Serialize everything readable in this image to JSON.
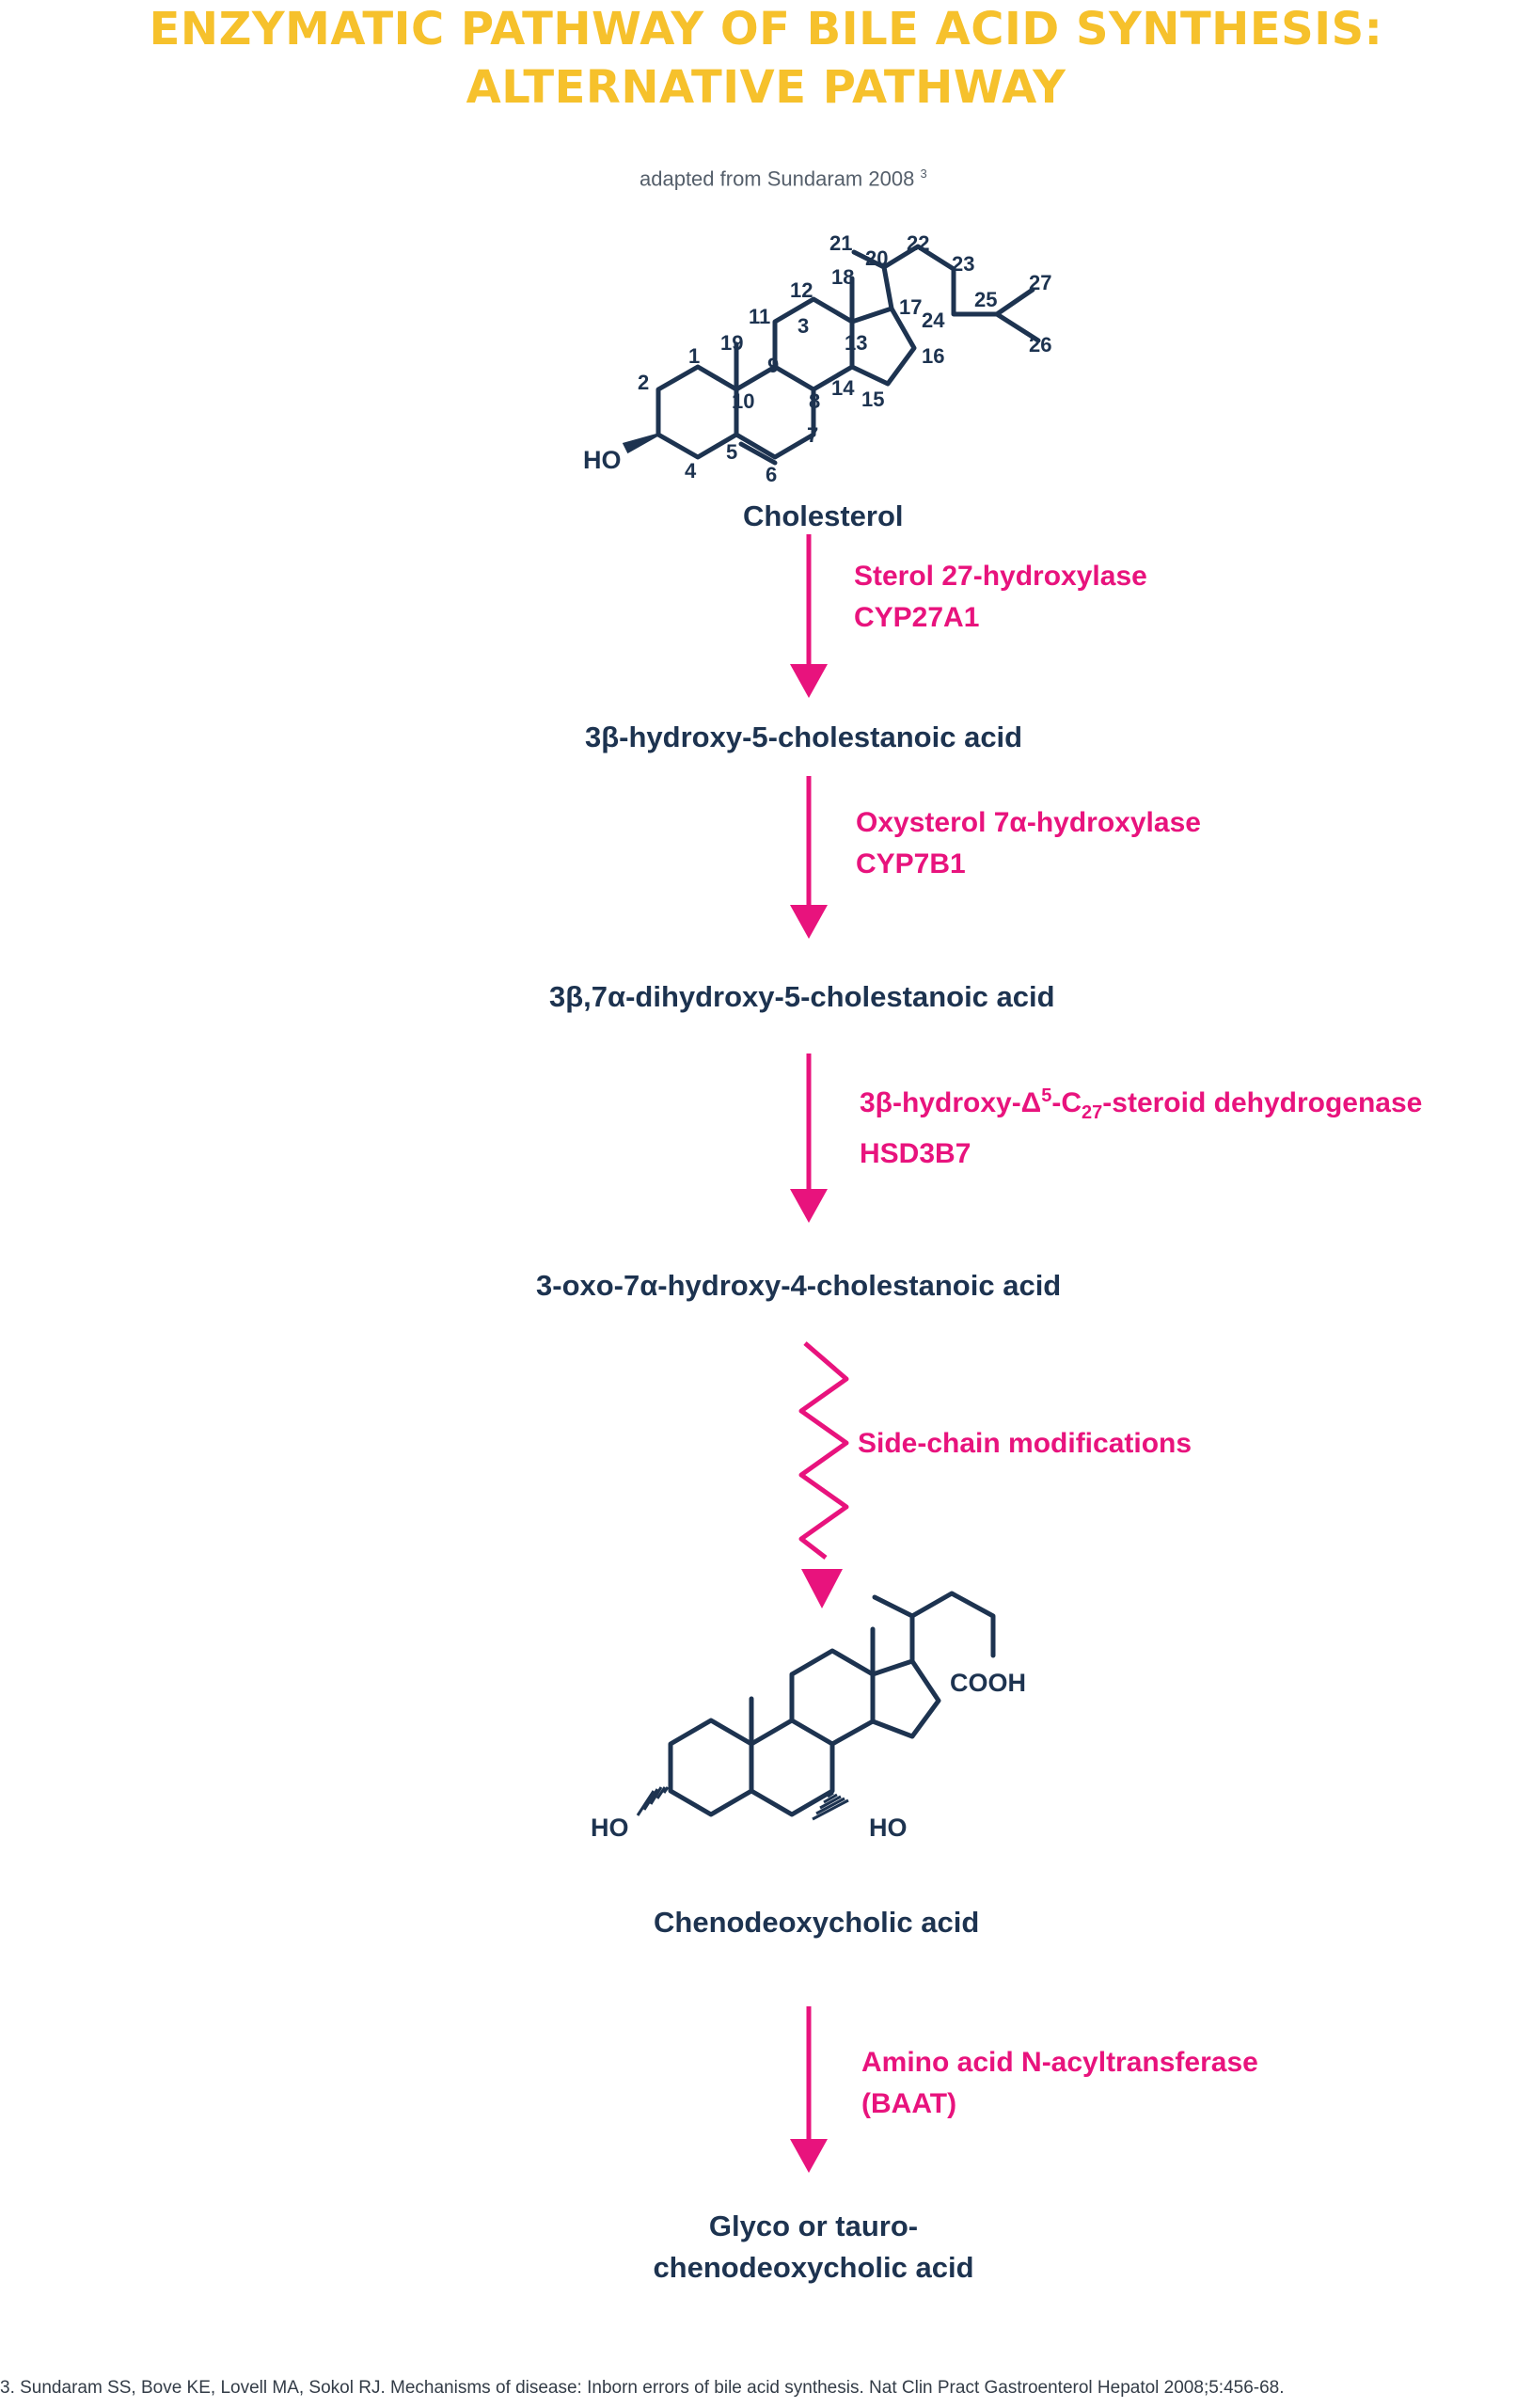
{
  "title_line1": "ENZYMATIC PATHWAY OF BILE ACID SYNTHESIS:",
  "title_line2": "ALTERNATIVE PATHWAY",
  "subtitle": "adapted from Sundaram 2008",
  "subtitle_ref": "3",
  "cholesterol_structure": {
    "numbers": [
      "1",
      "2",
      "3",
      "4",
      "5",
      "6",
      "7",
      "8",
      "9",
      "10",
      "11",
      "12",
      "13",
      "14",
      "15",
      "16",
      "17",
      "18",
      "19",
      "20",
      "21",
      "22",
      "23",
      "24",
      "25",
      "26",
      "27"
    ],
    "ho": "HO"
  },
  "cdca_structure": {
    "ho_left": "HO",
    "ho_right": "HO",
    "cooh": "COOH"
  },
  "compounds": {
    "cholesterol": "Cholesterol",
    "c1": "3β-hydroxy-5-cholestanoic acid",
    "c2": "3β,7α-dihydroxy-5-cholestanoic acid",
    "c3": "3-oxo-7α-hydroxy-4-cholestanoic acid",
    "c4": "Chenodeoxycholic acid",
    "c5_line1": "Glyco or tauro-",
    "c5_line2": "chenodeoxycholic acid"
  },
  "enzymes": {
    "e1_line1": "Sterol 27-hydroxylase",
    "e1_line2": "CYP27A1",
    "e2_line1": "Oxysterol 7α-hydroxylase",
    "e2_line2": "CYP7B1",
    "e3_pre": "3β-hydroxy-Δ",
    "e3_sup": "5",
    "e3_mid": "-C",
    "e3_sub": "27",
    "e3_post": "-steroid dehydrogenase",
    "e3_line2": "HSD3B7",
    "e4": "Side-chain modifications",
    "e5_line1": "Amino acid N-acyltransferase",
    "e5_line2": "(BAAT)"
  },
  "reference": "3. Sundaram SS, Bove KE, Lovell MA, Sokol RJ. Mechanisms of disease: Inborn errors of bile acid synthesis. Nat Clin Pract Gastroenterol Hepatol 2008;5:456-68.",
  "colors": {
    "title": "#f6c12c",
    "enzyme": "#e8137d",
    "compound": "#1d3350"
  }
}
